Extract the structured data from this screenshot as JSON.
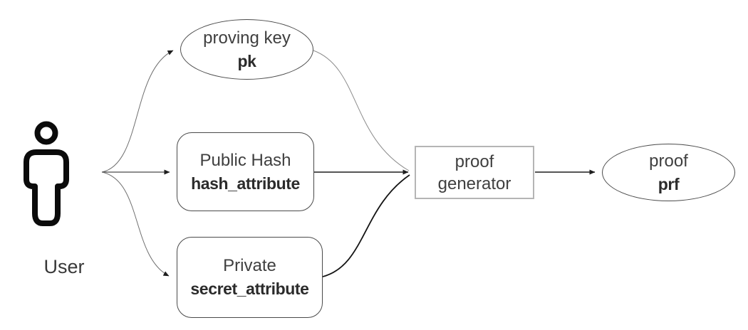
{
  "nodes": {
    "user": {
      "label": "User"
    },
    "proving_key": {
      "title": "proving key",
      "name": "pk",
      "shape": "ellipse"
    },
    "public_hash": {
      "title": "Public Hash",
      "name": "hash_attribute",
      "shape": "rounded-rect"
    },
    "private_attr": {
      "title": "Private",
      "name": "secret_attribute",
      "shape": "rounded-rect"
    },
    "proof_generator": {
      "title": "proof",
      "subtitle": "generator",
      "shape": "rect"
    },
    "proof": {
      "title": "proof",
      "name": "prf",
      "shape": "ellipse"
    }
  },
  "edges": [
    {
      "from": "user",
      "to": "proving_key"
    },
    {
      "from": "user",
      "to": "public_hash"
    },
    {
      "from": "user",
      "to": "private_attr"
    },
    {
      "from": "proving_key",
      "to": "proof_generator"
    },
    {
      "from": "public_hash",
      "to": "proof_generator"
    },
    {
      "from": "private_attr",
      "to": "proof_generator"
    },
    {
      "from": "proof_generator",
      "to": "proof"
    }
  ],
  "colors": {
    "background": "#ffffff",
    "node_border": "#4a4a4a",
    "generator_border": "#b5b5b5",
    "text": "#3f3f3f",
    "text_bold": "#2b2b2b",
    "edge_dark": "#1e1e1e",
    "edge_light": "#8c8c8c",
    "icon": "#0b0b0b"
  }
}
